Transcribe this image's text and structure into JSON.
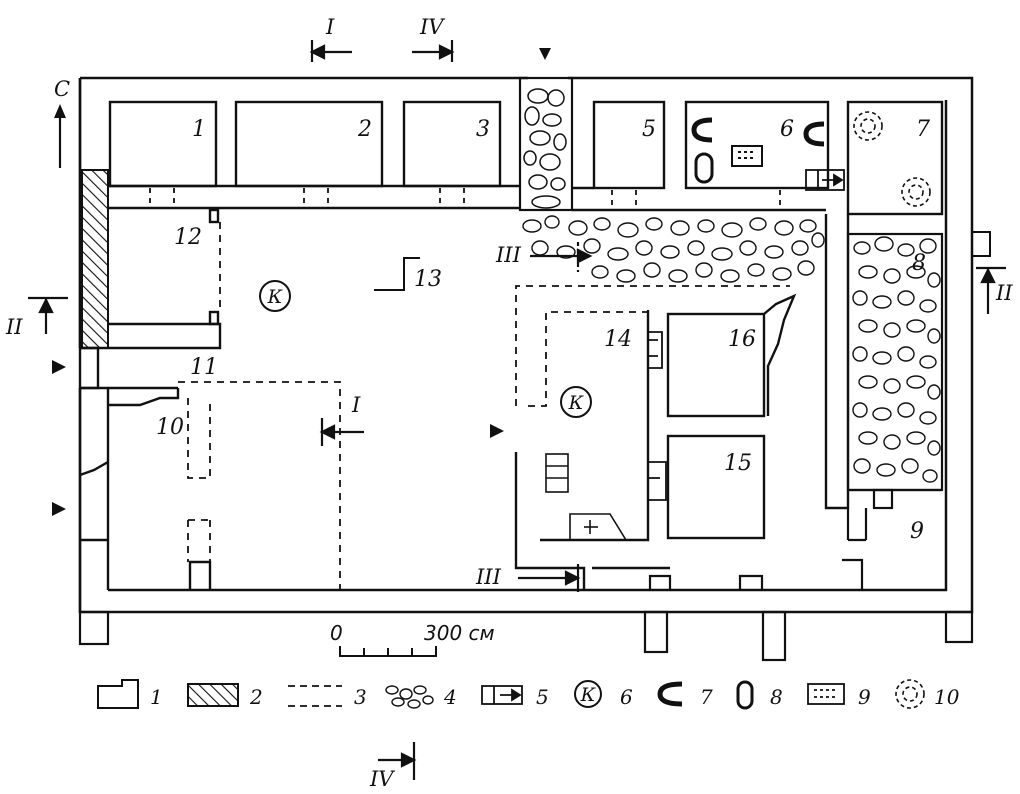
{
  "north": "С",
  "sections": {
    "I_top": "I",
    "IV_top": "IV",
    "I_mid": "I",
    "II_left": "II",
    "II_right": "II",
    "III_left": "III",
    "III_bottom": "III",
    "IV_bottom": "IV"
  },
  "rooms": {
    "r1": "1",
    "r2": "2",
    "r3": "3",
    "r5": "5",
    "r6": "6",
    "r7": "7",
    "r8": "8",
    "r9": "9",
    "r10": "10",
    "r11": "11",
    "r12": "12",
    "r13": "13",
    "r14": "14",
    "r15": "15",
    "r16": "16"
  },
  "courtyard_marker": "К",
  "scale": {
    "zero": "0",
    "length": "300 см"
  },
  "legend": [
    {
      "num": "1",
      "symbol": "wall-outline"
    },
    {
      "num": "2",
      "symbol": "hatched-wall"
    },
    {
      "num": "3",
      "symbol": "dashed-line"
    },
    {
      "num": "4",
      "symbol": "stones"
    },
    {
      "num": "5",
      "symbol": "step-with-arrow"
    },
    {
      "num": "6",
      "symbol": "К"
    },
    {
      "num": "7",
      "symbol": "horseshoe-hearth"
    },
    {
      "num": "8",
      "symbol": "oval-oven"
    },
    {
      "num": "9",
      "symbol": "water-tank"
    },
    {
      "num": "10",
      "symbol": "dashed-circles-pit"
    }
  ]
}
